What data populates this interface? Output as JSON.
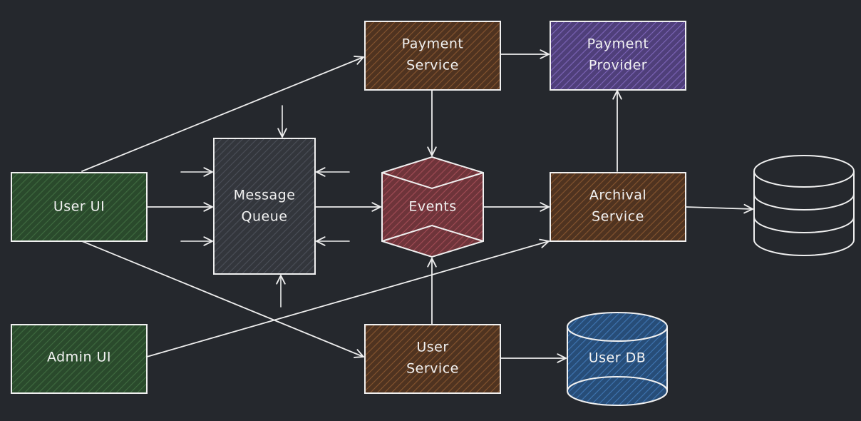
{
  "colors": {
    "background": "#25282d",
    "ui_green": "#2c4a2e",
    "service_brown": "#5a3b24",
    "provider_purple": "#5d4a8c",
    "queue_gray": "#3a3d44",
    "events_red": "#8a4047",
    "db_blue": "#2e5b8e",
    "stroke": "#f0f0f0"
  },
  "nodes": {
    "user_ui": "User UI",
    "admin_ui": "Admin UI",
    "message_queue": [
      "Message",
      "Queue"
    ],
    "payment_service": [
      "Payment",
      "Service"
    ],
    "payment_provider": [
      "Payment",
      "Provider"
    ],
    "events": "Events",
    "archival_service": [
      "Archival",
      "Service"
    ],
    "user_service": [
      "User",
      "Service"
    ],
    "user_db": "User DB"
  }
}
